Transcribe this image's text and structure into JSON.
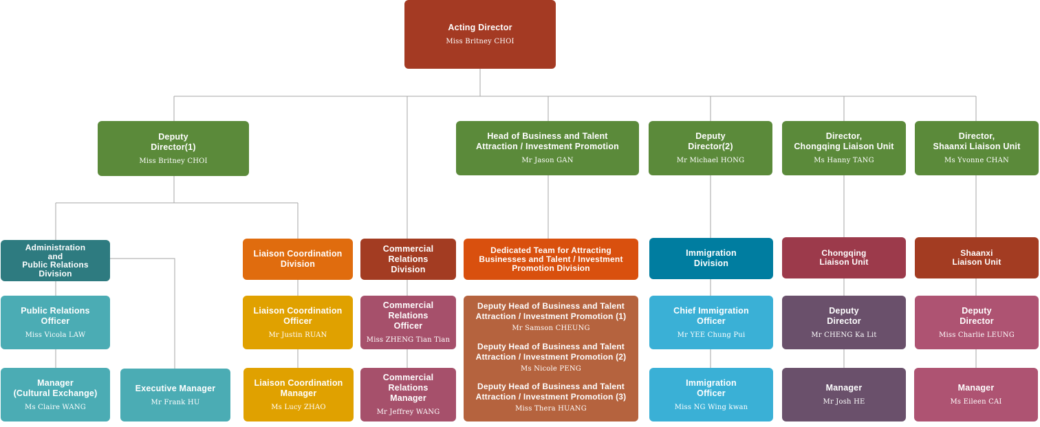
{
  "colors": {
    "line": "#a6a6a6",
    "top": "#a43a23",
    "deputy": "#5b8a3a",
    "admin": "#2e7b80",
    "teal_light": "#4bacb4",
    "orange": "#e06c0e",
    "yellow": "#e0a100",
    "brown": "#a33c22",
    "rose": "#a6506b",
    "red_orange": "#d9500e",
    "copper": "#b5633e",
    "blue_dark": "#007da0",
    "blue_light": "#3ab0d6",
    "crimson": "#9c3a4b",
    "plum": "#6a506b",
    "pink": "#ae5372"
  },
  "nodes": {
    "acting_director": {
      "title": "Acting Director",
      "name": "Miss Britney CHOI"
    },
    "deputy_director_1": {
      "title": "Deputy\nDirector(1)",
      "name": "Miss Britney CHOI"
    },
    "head_business": {
      "title": "Head of Business and Talent\nAttraction / Investment Promotion",
      "name": "Mr Jason GAN"
    },
    "deputy_director_2": {
      "title": "Deputy\nDirector(2)",
      "name": "Mr Michael HONG"
    },
    "director_chongqing": {
      "title": "Director,\nChongqing Liaison Unit",
      "name": "Ms Hanny TANG"
    },
    "director_shaanxi": {
      "title": "Director,\nShaanxi Liaison Unit",
      "name": "Ms Yvonne CHAN"
    },
    "admin_pr_division": {
      "title": "Administration\nand\nPublic Relations\nDivision"
    },
    "liaison_coord_division": {
      "title": "Liaison  Coordination\nDivision"
    },
    "commercial_relations_division": {
      "title": "Commercial Relations\nDivision"
    },
    "dedicated_team_division": {
      "title": "Dedicated Team for Attracting\nBusinesses and Talent / Investment\nPromotion Division"
    },
    "immigration_division": {
      "title": "Immigration\nDivision"
    },
    "chongqing_unit": {
      "title": "Chongqing\nLiaison Unit"
    },
    "shaanxi_unit": {
      "title": "Shaanxi\nLiaison Unit"
    },
    "pr_officer": {
      "title": "Public Relations\nOfficer",
      "name": "Miss Vicola LAW"
    },
    "manager_cultural": {
      "title": "Manager\n(Cultural Exchange)",
      "name": "Ms Claire WANG"
    },
    "executive_manager": {
      "title": "Executive Manager",
      "name": "Mr Frank HU"
    },
    "liaison_coord_officer": {
      "title": "Liaison Coordination\nOfficer",
      "name": "Mr Justin RUAN"
    },
    "liaison_coord_manager": {
      "title": "Liaison Coordination\nManager",
      "name": "Ms Lucy ZHAO"
    },
    "commercial_officer": {
      "title": "Commercial Relations\nOfficer",
      "name": "Miss ZHENG Tian Tian"
    },
    "commercial_manager": {
      "title": "Commercial Relations\nManager",
      "name": "Mr Jeffrey WANG"
    },
    "deputy_head_1": {
      "title": "Deputy Head of Business and Talent\nAttraction / Investment Promotion (1)",
      "name": "Mr Samson CHEUNG"
    },
    "deputy_head_2": {
      "title": "Deputy Head of Business and Talent\nAttraction / Investment Promotion (2)",
      "name": "Ms Nicole PENG"
    },
    "deputy_head_3": {
      "title": "Deputy Head of Business and Talent\nAttraction / Investment Promotion (3)",
      "name": "Miss Thera HUANG"
    },
    "chief_immigration_officer": {
      "title": "Chief Immigration\nOfficer",
      "name": "Mr YEE Chung Pui"
    },
    "immigration_officer": {
      "title": "Immigration\nOfficer",
      "name": "Miss NG Wing kwan"
    },
    "chongqing_deputy": {
      "title": "Deputy\nDirector",
      "name": "Mr CHENG Ka Lit"
    },
    "chongqing_manager": {
      "title": "Manager",
      "name": "Mr Josh HE"
    },
    "shaanxi_deputy": {
      "title": "Deputy\nDirector",
      "name": "Miss Charlie LEUNG"
    },
    "shaanxi_manager": {
      "title": "Manager",
      "name": "Ms Eileen CAI"
    }
  }
}
